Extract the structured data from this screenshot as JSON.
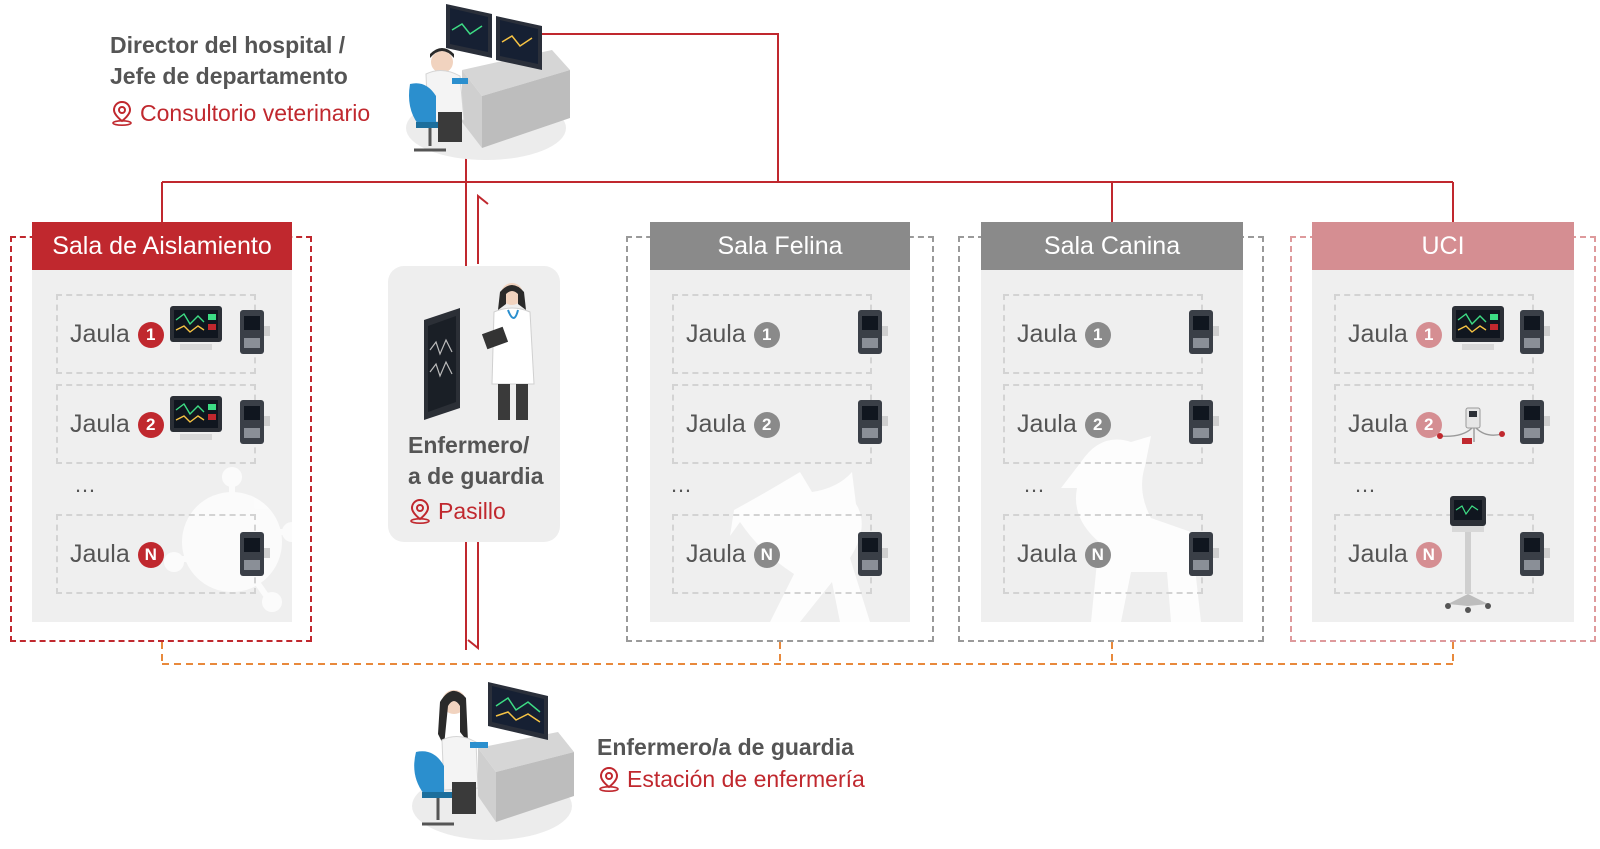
{
  "director": {
    "title_line1": "Director del hospital /",
    "title_line2": "Jefe de departamento",
    "location": "Consultorio veterinario"
  },
  "hallway_nurse": {
    "title_line1": "Enfermero/",
    "title_line2": "a de guardia",
    "location": "Pasillo"
  },
  "station_nurse": {
    "title": "Enfermero/a de guardia",
    "location": "Estación de enfermería"
  },
  "cage_label": "Jaula",
  "ellipsis": "…",
  "wards": [
    {
      "name": "Sala de Aislamiento",
      "badges": [
        "1",
        "2",
        "N"
      ]
    },
    {
      "name": "Sala Felina",
      "badges": [
        "1",
        "2",
        "N"
      ]
    },
    {
      "name": "Sala Canina",
      "badges": [
        "1",
        "2",
        "N"
      ]
    },
    {
      "name": "UCI",
      "badges": [
        "1",
        "2",
        "N"
      ]
    }
  ],
  "colors": {
    "brand_red": "#c0282e",
    "ward_gray": "#8a8a8a",
    "icu_pink": "#d58e92",
    "text_gray": "#555555",
    "wireless_orange": "#e8893c"
  },
  "icons": [
    "location-pin-icon",
    "patient-monitor-icon",
    "infusion-pump-icon",
    "central-station-icon"
  ]
}
